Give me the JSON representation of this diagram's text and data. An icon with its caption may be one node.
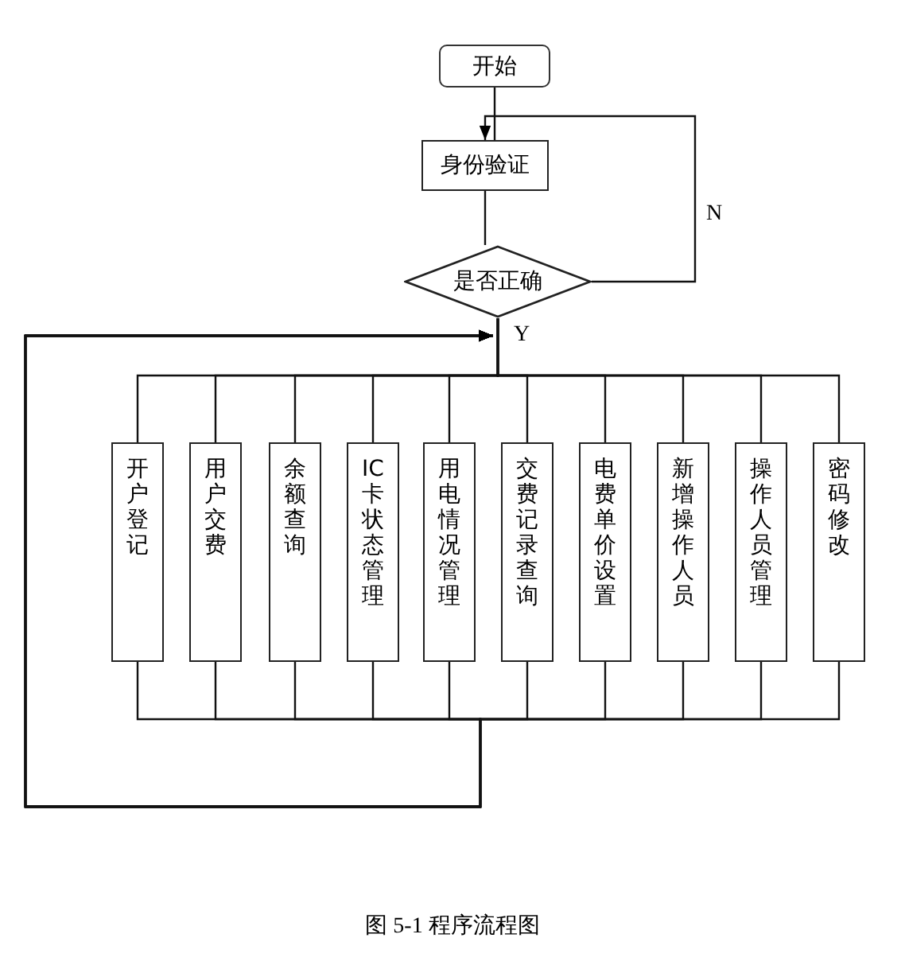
{
  "diagram": {
    "caption": "图 5-1 程序流程图",
    "nodes": [
      {
        "text": [
          "开始"
        ]
      },
      {
        "text": [
          "身份验证"
        ]
      },
      {
        "text": [
          "是否正确"
        ]
      },
      {
        "text": [
          "开户登记"
        ]
      },
      {
        "text": [
          "用户交费"
        ]
      },
      {
        "text": [
          "余额查询"
        ]
      },
      {
        "text": [
          "IC卡状态管理"
        ]
      },
      {
        "text": [
          "用电情况管理"
        ]
      },
      {
        "text": [
          "交费记录查询"
        ]
      },
      {
        "text": [
          "电费单价设置"
        ]
      },
      {
        "text": [
          "新增操作人员"
        ]
      },
      {
        "text": [
          "操作人员管理"
        ]
      },
      {
        "text": [
          "密码修改"
        ]
      }
    ],
    "edges": [
      {
        "from": 0,
        "to": 1,
        "arrow": "none"
      },
      {
        "from": 1,
        "to": 2,
        "arrow": "none"
      },
      {
        "from": 2,
        "to": 1,
        "arrow": "to",
        "label": "N"
      },
      {
        "from": 2,
        "to": 3,
        "arrow": "none",
        "label": "Y"
      },
      {
        "from": 2,
        "to": 4,
        "arrow": "none"
      },
      {
        "from": 2,
        "to": 5,
        "arrow": "none"
      },
      {
        "from": 2,
        "to": 6,
        "arrow": "none"
      },
      {
        "from": 2,
        "to": 7,
        "arrow": "none"
      },
      {
        "from": 2,
        "to": 8,
        "arrow": "none"
      },
      {
        "from": 2,
        "to": 9,
        "arrow": "none"
      },
      {
        "from": 2,
        "to": 10,
        "arrow": "none"
      },
      {
        "from": 2,
        "to": 11,
        "arrow": "none"
      },
      {
        "from": 2,
        "to": 12,
        "arrow": "none"
      },
      {
        "from": 3,
        "to": 2,
        "arrow": "to"
      },
      {
        "from": 4,
        "to": 2,
        "arrow": "to"
      },
      {
        "from": 5,
        "to": 2,
        "arrow": "to"
      },
      {
        "from": 6,
        "to": 2,
        "arrow": "to"
      },
      {
        "from": 7,
        "to": 2,
        "arrow": "to"
      },
      {
        "from": 8,
        "to": 2,
        "arrow": "to"
      },
      {
        "from": 9,
        "to": 2,
        "arrow": "to"
      },
      {
        "from": 10,
        "to": 2,
        "arrow": "to"
      },
      {
        "from": 11,
        "to": 2,
        "arrow": "to"
      },
      {
        "from": 12,
        "to": 2,
        "arrow": "to"
      }
    ]
  }
}
